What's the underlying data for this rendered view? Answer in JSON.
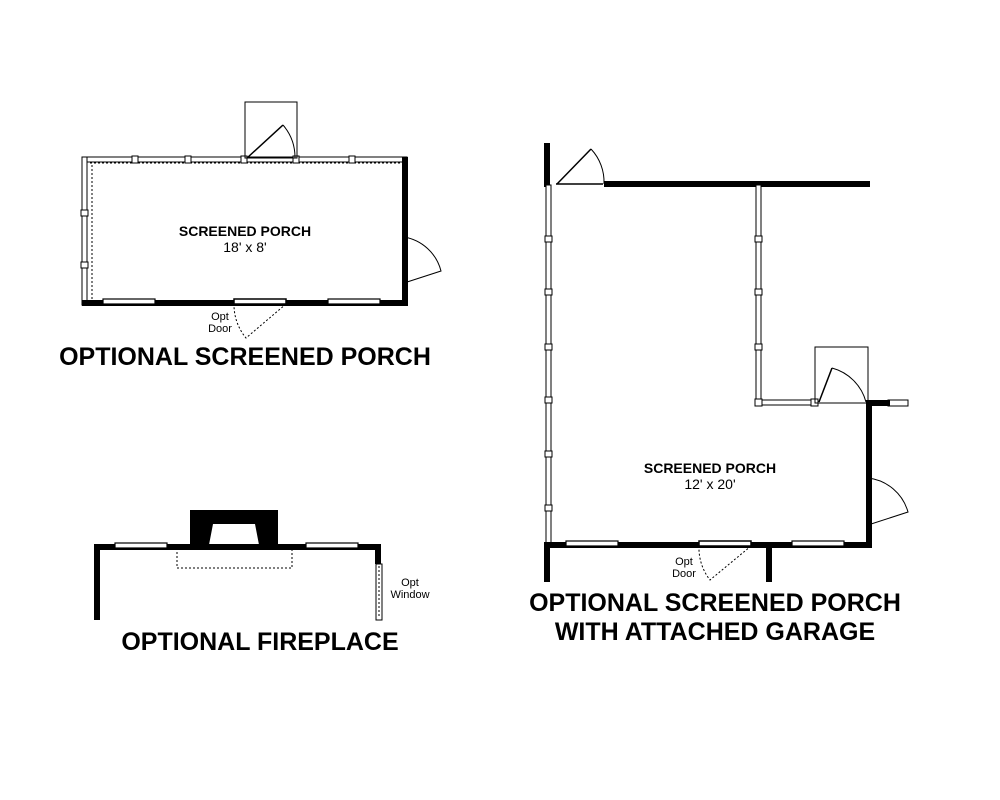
{
  "plans": {
    "screened_porch": {
      "title": "OPTIONAL SCREENED PORCH",
      "room_name": "SCREENED PORCH",
      "room_size": "18' x 8'",
      "door_note_line1": "Opt",
      "door_note_line2": "Door"
    },
    "fireplace": {
      "title": "OPTIONAL FIREPLACE",
      "window_note_line1": "Opt",
      "window_note_line2": "Window"
    },
    "porch_with_garage": {
      "title_line1": "OPTIONAL SCREENED PORCH",
      "title_line2": "WITH ATTACHED GARAGE",
      "room_name": "SCREENED PORCH",
      "room_size": "12' x 20'",
      "door_note_line1": "Opt",
      "door_note_line2": "Door"
    }
  }
}
